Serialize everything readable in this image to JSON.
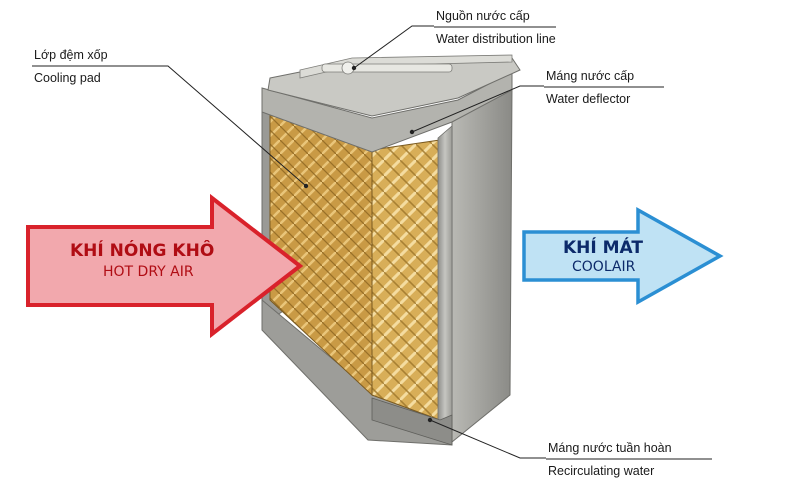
{
  "labels": {
    "supply_vn": "Nguồn nước cấp",
    "supply_en": "Water distribution line",
    "pad_vn": "Lớp đệm xốp",
    "pad_en": "Cooling pad",
    "deflector_vn": "Máng nước cấp",
    "deflector_en": "Water deflector",
    "recirc_vn": "Máng nước tuần hoàn",
    "recirc_en": "Recirculating water"
  },
  "arrows": {
    "hot_vn": "KHÍ NÓNG KHÔ",
    "hot_en": "HOT DRY AIR",
    "cool_vn": "KHÍ MÁT",
    "cool_en": "COOLAIR"
  },
  "colors": {
    "hot_fill": "#f2a8ad",
    "hot_stroke": "#d9222b",
    "cool_fill": "#bfe2f4",
    "cool_stroke": "#2b8fd3",
    "pad": "#d9b05a",
    "frame": "#a7a7a3"
  }
}
